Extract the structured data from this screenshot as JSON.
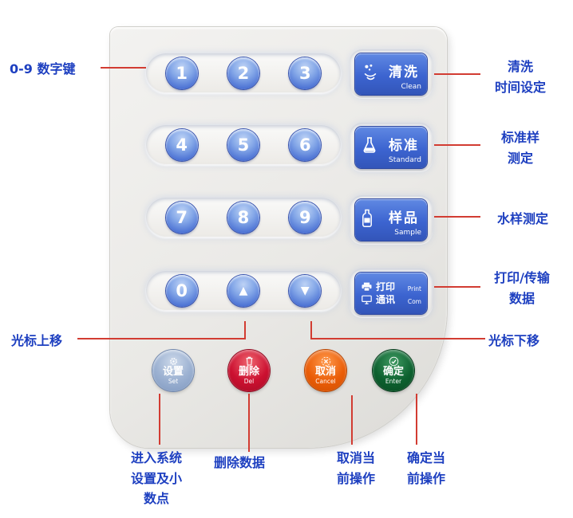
{
  "keypad": {
    "digits": [
      "1",
      "2",
      "3",
      "4",
      "5",
      "6",
      "7",
      "8",
      "9"
    ],
    "zero": "0",
    "up_arrow": "▲",
    "down_arrow": "▼"
  },
  "function_keys": {
    "clean": {
      "cn": "清洗",
      "en": "Clean"
    },
    "standard": {
      "cn": "标准",
      "en": "Standard"
    },
    "sample": {
      "cn": "样品",
      "en": "Sample"
    },
    "print_com": {
      "print_cn": "打印",
      "print_en": "Print",
      "com_cn": "通讯",
      "com_en": "Com"
    }
  },
  "action_keys": {
    "set": {
      "cn": "设置",
      "en": "Set",
      "color": "#8ba4c9"
    },
    "del": {
      "cn": "删除",
      "en": "Del",
      "color": "#c41230"
    },
    "cancel": {
      "cn": "取消",
      "en": "Cancel",
      "color": "#e65c00"
    },
    "enter": {
      "cn": "确定",
      "en": "Enter",
      "color": "#0b5e2e"
    }
  },
  "annotations": {
    "digits": "0-9 数字键",
    "clean": "清洗\n时间设定",
    "standard": "标准样\n测定",
    "sample": "水样测定",
    "print": "打印/传输\n数据",
    "cursor_up": "光标上移",
    "cursor_down": "光标下移",
    "set": "进入系统\n设置及小\n数点",
    "del": "删除数据",
    "cancel": "取消当\n前操作",
    "enter": "确定当\n前操作"
  },
  "icons": {
    "clean": "wash-droplets-icon",
    "standard": "flask-icon",
    "sample": "bottle-icon",
    "print": "printer-icon",
    "com": "monitor-icon",
    "set": "gear-icon",
    "del": "trash-icon",
    "cancel": "cross-icon",
    "enter": "check-icon",
    "up": "up-arrow-icon",
    "down": "down-arrow-icon"
  },
  "colors": {
    "annotation_text": "#1d3fc0",
    "leader_line": "#d23c32",
    "digit_key_blue": "#4d73d4",
    "function_key_blue": "#3c64d0",
    "panel_gray": "#eae9e6"
  }
}
